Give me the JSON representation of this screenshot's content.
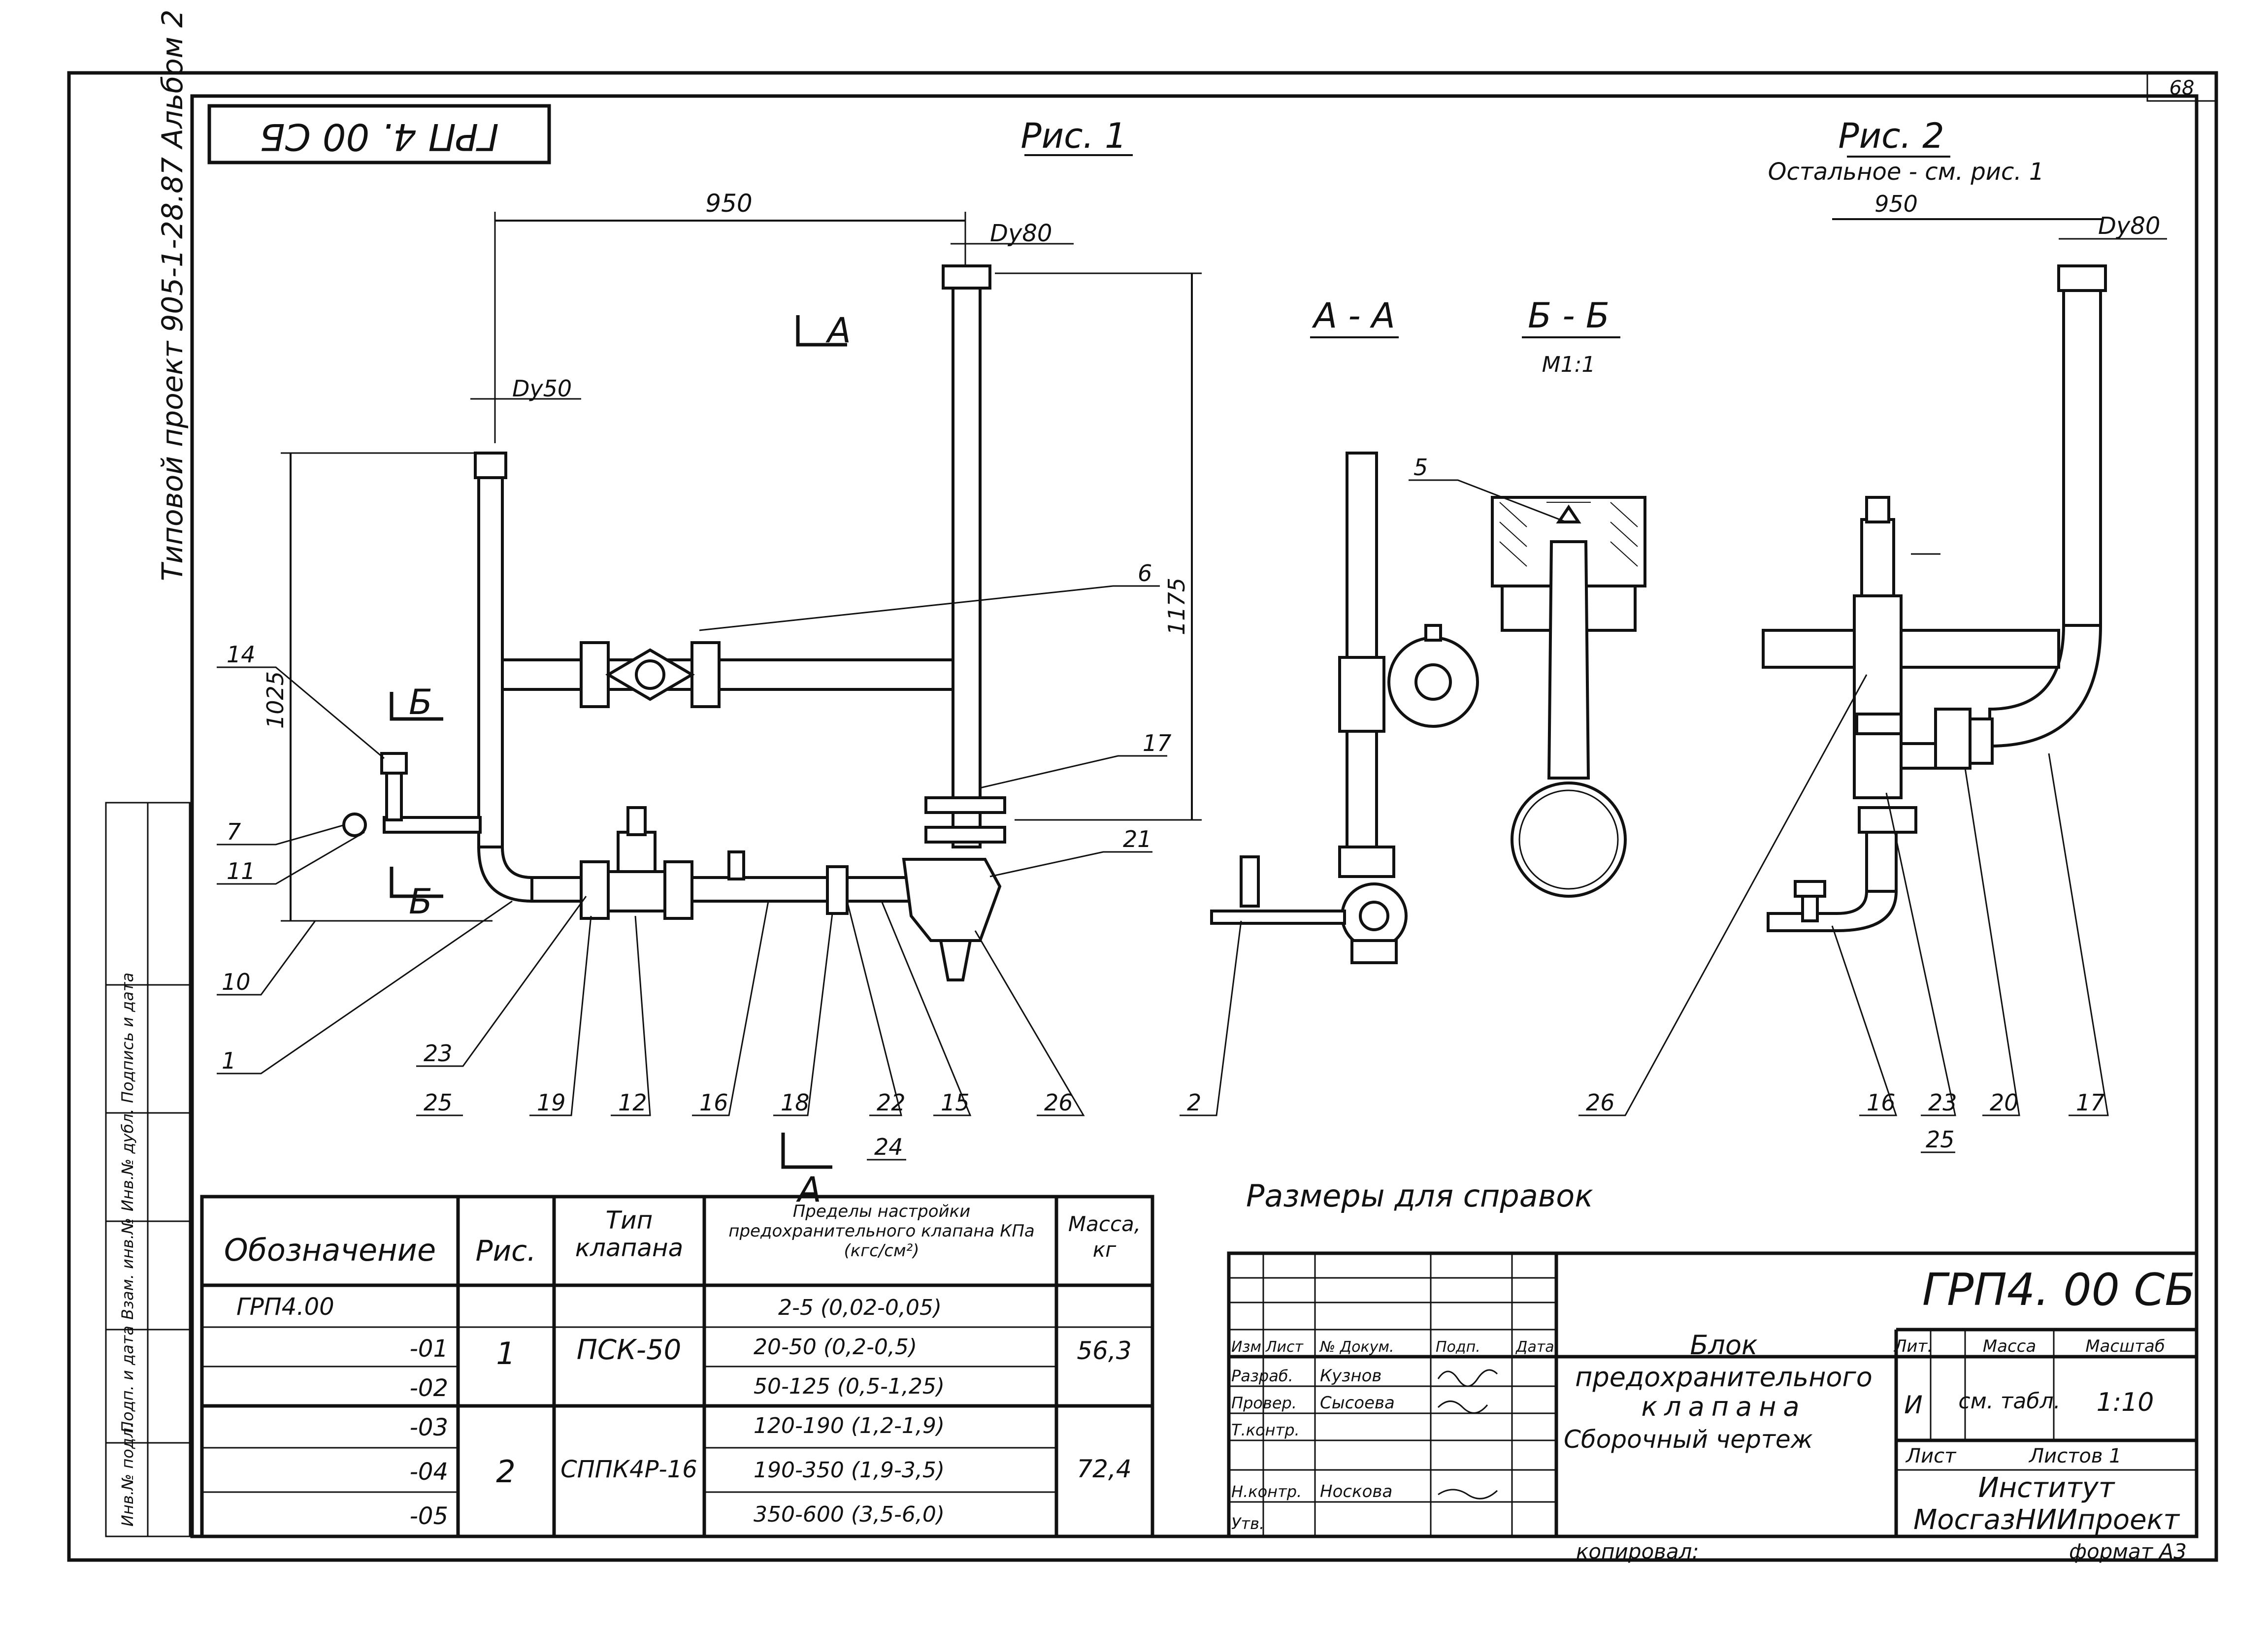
{
  "sheet": {
    "sheet_number": "68",
    "stamp_code": "ГРП 4. 00 СБ",
    "project_note": "Типовой проект 905-1-28.87 Альбом 2",
    "reference_note": "Размеры для справок",
    "copied_by": "копировал: ",
    "format": "формат А3"
  },
  "fig1": {
    "title": "Рис. 1",
    "dim_950": "950",
    "dn80": "Dу80",
    "dn50": "Dу50",
    "dim_1175": "1175",
    "dim_1025": "1025",
    "cut_a": "А",
    "cut_b": "Б"
  },
  "section_aa": {
    "title": "А - А"
  },
  "section_bb": {
    "title": "Б - Б",
    "scale": "М1:1"
  },
  "fig2": {
    "title": "Рис. 2",
    "note": "Остальное - см. рис. 1",
    "dim_950": "950",
    "dn80": "Dу80"
  },
  "callouts": {
    "c14": "14",
    "c7": "7",
    "c11": "11",
    "c10": "10",
    "c1": "1",
    "c23": "23",
    "c25": "25",
    "c19": "19",
    "c12": "12",
    "c16": "16",
    "c18": "18",
    "c22": "22",
    "c24": "24",
    "c15": "15",
    "c26": "26",
    "c6": "6",
    "c17": "17",
    "c21": "21",
    "c2": "2",
    "c5": "5",
    "f2_26": "26",
    "f2_16": "16",
    "f2_23": "23",
    "f2_25": "25",
    "f2_20": "20",
    "f2_17": "17"
  },
  "spec_table": {
    "headers": {
      "designation": "Обозначение",
      "fig": "Рис.",
      "valve_type": "Тип клапана",
      "range": "Пределы настройки предохранительного клапана КПа (кгс/см²)",
      "mass": "Масса, кг"
    },
    "rows": [
      {
        "designation": "ГРП4.00",
        "range": "2-5  (0,02-0,05)"
      },
      {
        "designation": "-01",
        "range": "20-50  (0,2-0,5)"
      },
      {
        "designation": "-02",
        "range": "50-125  (0,5-1,25)"
      },
      {
        "designation": "-03",
        "range": "120-190  (1,2-1,9)"
      },
      {
        "designation": "-04",
        "range": "190-350  (1,9-3,5)"
      },
      {
        "designation": "-05",
        "range": "350-600  (3,5-6,0)"
      }
    ],
    "groups": [
      {
        "fig": "1",
        "valve_type": "ПСК-50",
        "mass": "56,3"
      },
      {
        "fig": "2",
        "valve_type": "СППК4Р-16",
        "mass": "72,4"
      }
    ]
  },
  "title_block": {
    "code": "ГРП4. 00 СБ",
    "name_line1": "Блок",
    "name_line2": "предохранительного",
    "name_line3": "клапана",
    "name_line4": "Сборочный чертеж",
    "col_headers": {
      "izm": "Изм",
      "list": "Лист",
      "doc": "№ Докум.",
      "sign": "Подп.",
      "date": "Дата"
    },
    "roles": {
      "developed": "Разраб.",
      "checked": "Провер.",
      "tcontrol": "Т.контр.",
      "ncontrol": "Н.контр.",
      "approved": "Утв."
    },
    "names": {
      "developed": "Кузнов",
      "checked": "Сысоева",
      "ncontrol": "Носкова"
    },
    "lit_label": "Лит.",
    "lit_value": "И",
    "mass_label": "Масса",
    "mass_value": "см. табл.",
    "scale_label": "Масштаб",
    "scale_value": "1:10",
    "sheet_label": "Лист",
    "sheets_label": "Листов 1",
    "institute": "Институт",
    "org": "МосгазНИИпроект"
  },
  "side_stamp": {
    "inv_orig": "Инв.№ подл.",
    "sign_date": "Подп. и дата",
    "inv_dup": "Взам. инв.№",
    "inv_dubl": "Инв.№ дубл.",
    "sign_date2": "Подпись и дата"
  }
}
